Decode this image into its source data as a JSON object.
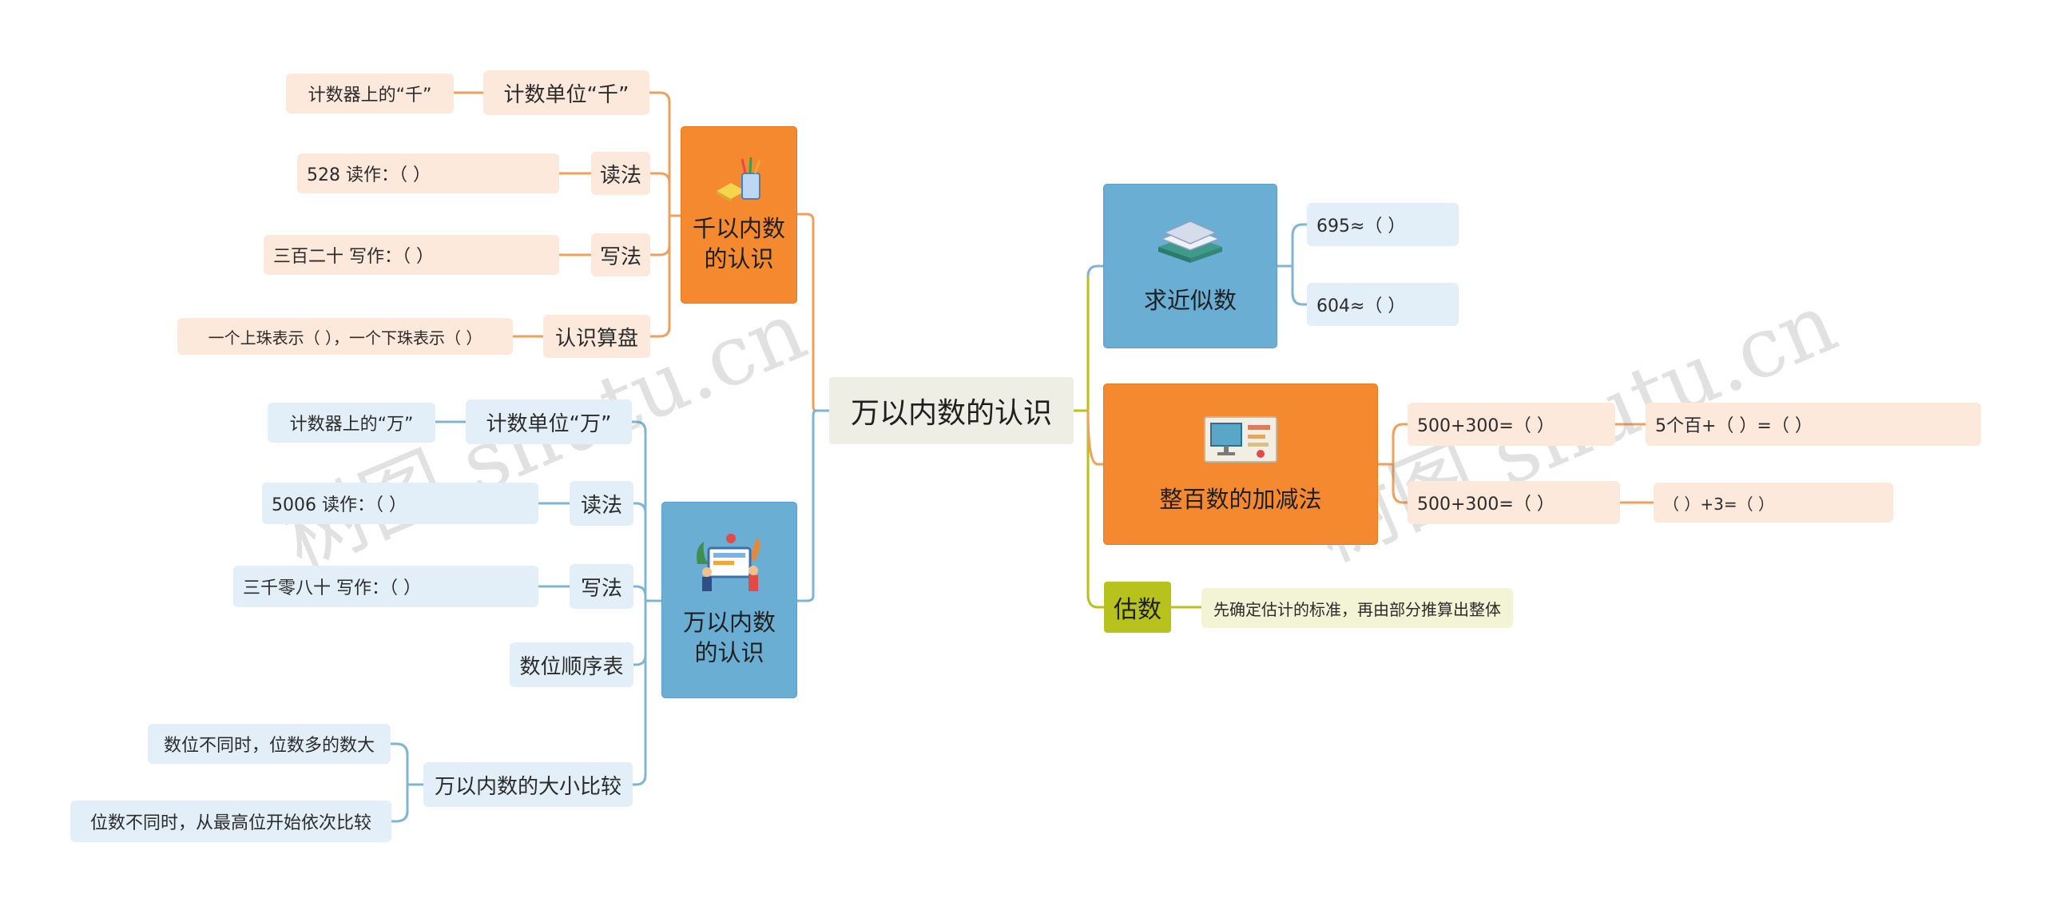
{
  "root": "万以内数的认识",
  "watermark": "树图 shutu.cn",
  "colors": {
    "orange": "#f5892f",
    "blue": "#6aaed3",
    "olive": "#b8c21d",
    "orange_line": "#f0a05c",
    "blue_line": "#7fb5d3"
  },
  "left_upper": {
    "title_line1": "千以内数",
    "title_line2": "的认识",
    "icon": "pencil-cup-icon",
    "children": [
      {
        "label": "计数单位“千”",
        "leaf": "计数器上的“千”"
      },
      {
        "label": "读法",
        "leaf": "528 读作：（                 ）"
      },
      {
        "label": "写法",
        "leaf": "三百二十    写作：（                 ）"
      },
      {
        "label": "认识算盘",
        "leaf": "一个上珠表示（      ），一个下珠表示（    ）"
      }
    ]
  },
  "left_lower": {
    "title_line1": "万以内数",
    "title_line2": "的认识",
    "icon": "people-screen-icon",
    "children": [
      {
        "label": "计数单位“万”",
        "leaf": "计数器上的“万”"
      },
      {
        "label": "读法",
        "leaf": "5006  读作：（                   ）"
      },
      {
        "label": "写法",
        "leaf": "三千零八十   写作：（                 ）"
      },
      {
        "label": "数位顺序表"
      },
      {
        "label": "万以内数的大小比较",
        "leaves": [
          "数位不同时，位数多的数大",
          "位数不同时，从最高位开始依次比较"
        ]
      }
    ]
  },
  "right": {
    "approx": {
      "title": "求近似数",
      "icon": "book-stack-icon",
      "leaves": [
        "695≈（          ）",
        "604≈（          ）"
      ]
    },
    "addsub": {
      "title": "整百数的加减法",
      "icon": "computer-icon",
      "rows": [
        {
          "expr": "500+300=（          ）",
          "next": "5个百+（               ）=（               ）"
        },
        {
          "expr": "500+300=（          ）",
          "next": "（           ）+3=（           ）"
        }
      ]
    },
    "estimate": {
      "title": "估数",
      "leaf": "先确定估计的标准，再由部分推算出整体"
    }
  }
}
